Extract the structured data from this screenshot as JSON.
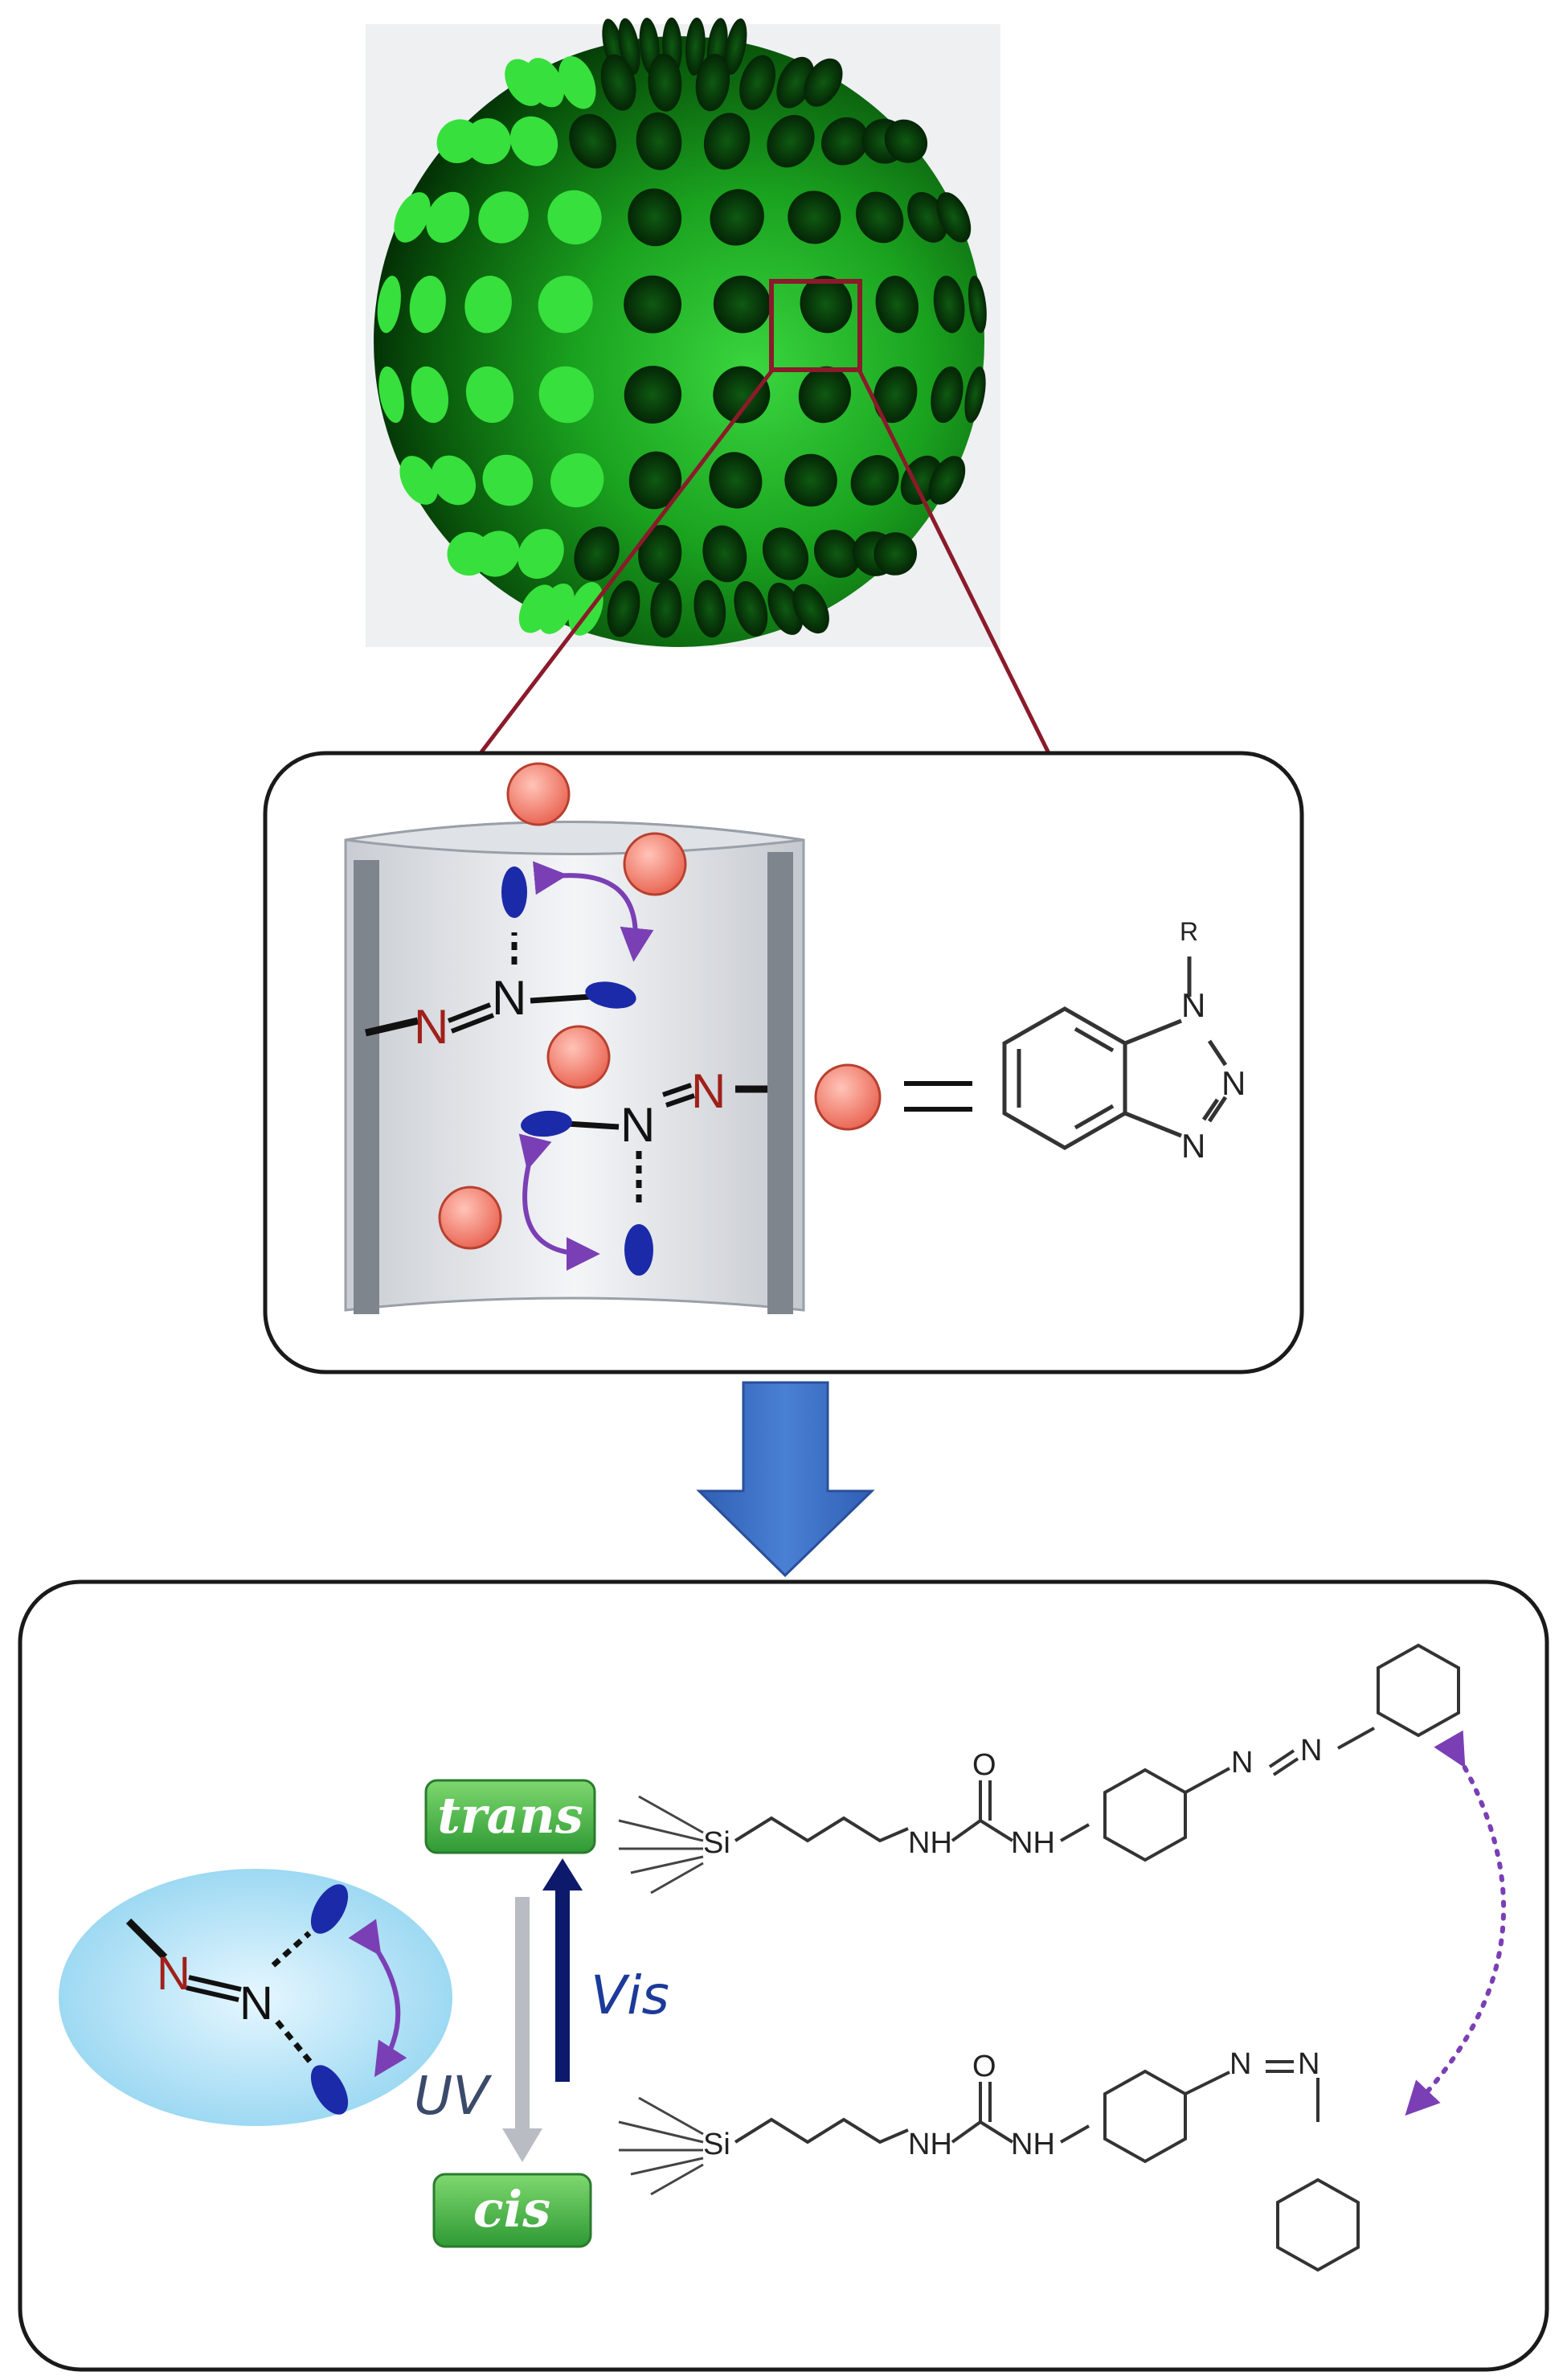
{
  "labels": {
    "trans": "trans",
    "cis": "cis",
    "vis": "Vis",
    "uv": "UV"
  },
  "atoms": {
    "n": "N",
    "si": "Si",
    "nh": "NH",
    "o": "O",
    "r": "R"
  },
  "colors": {
    "sphere_green": "#1fbf2a",
    "sphere_dark": "#021a03",
    "zoom_lines": "#8b1a2a",
    "guest_fill": "#f07a6a",
    "azo_blue": "#1b2aa8",
    "curved_arrow": "#7a3fb5",
    "down_arrow": "#3a6ec2",
    "label_bg": "#48b848",
    "vis_arrow": "#0d1a6b",
    "uv_arrow": "#b9bcc3",
    "ellipse": "#a9dff5"
  }
}
